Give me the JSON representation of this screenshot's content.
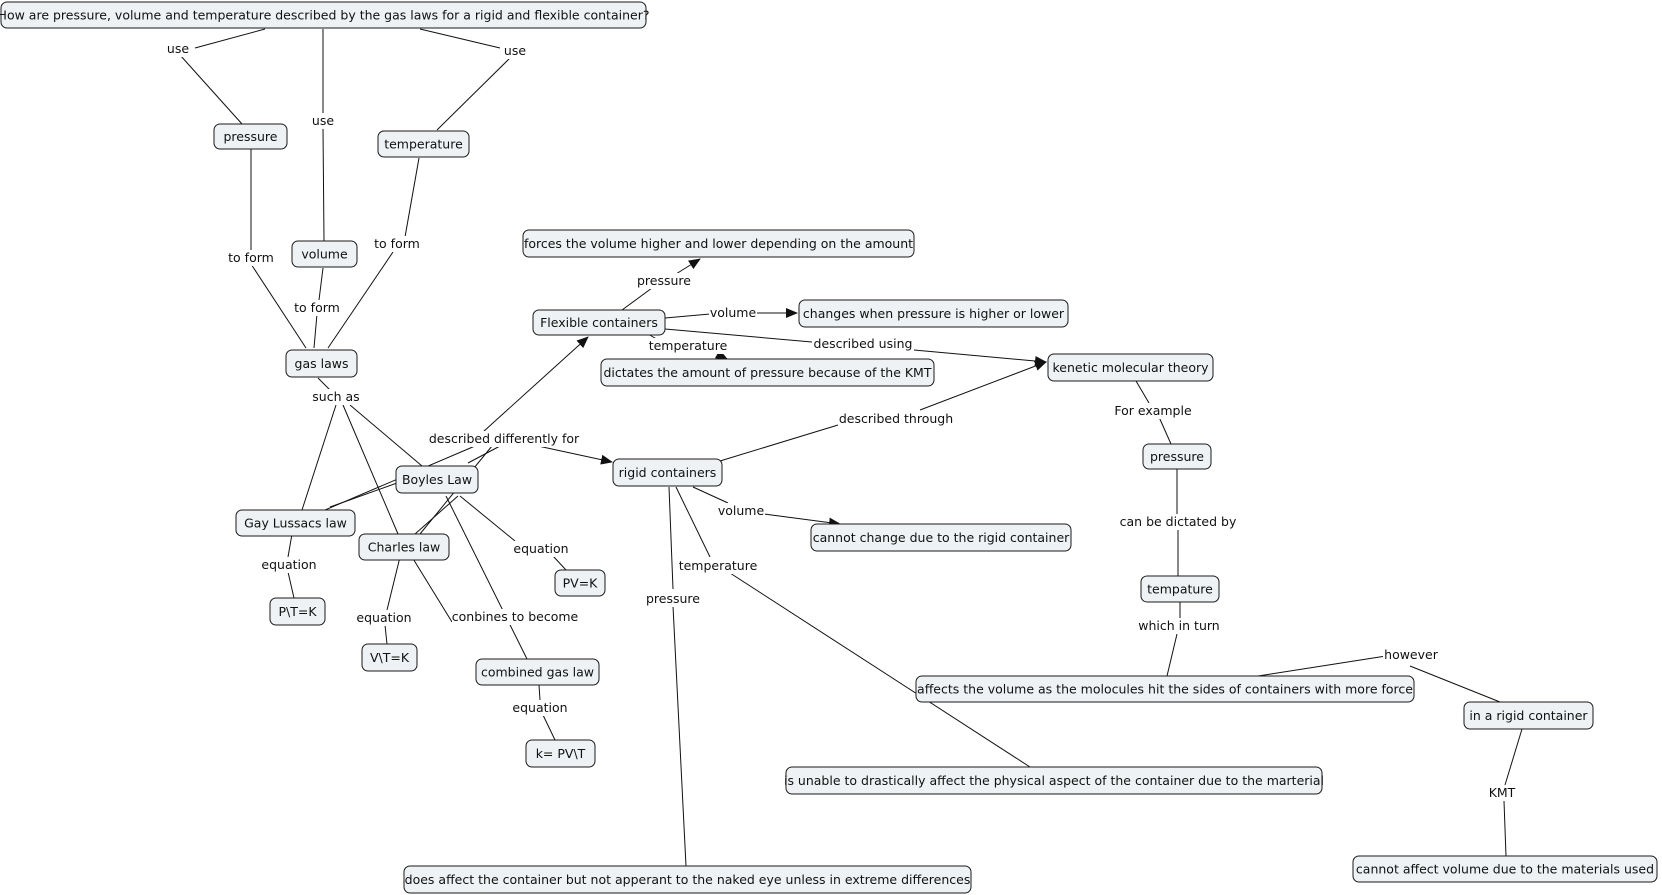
{
  "nodes": [
    {
      "id": "q",
      "text": "How are pressure, volume and temperature described by the gas laws for a rigid and flexible container?"
    },
    {
      "id": "pressure1",
      "text": "pressure"
    },
    {
      "id": "volume1",
      "text": "volume"
    },
    {
      "id": "temperature1",
      "text": "temperature"
    },
    {
      "id": "gaslaws",
      "text": "gas laws"
    },
    {
      "id": "boyles",
      "text": "Boyles Law"
    },
    {
      "id": "gaylussac",
      "text": "Gay Lussacs law"
    },
    {
      "id": "charles",
      "text": "Charles law"
    },
    {
      "id": "ptk",
      "text": "P\\T=K"
    },
    {
      "id": "vtk",
      "text": "V\\T=K"
    },
    {
      "id": "pvk",
      "text": "PV=K"
    },
    {
      "id": "combined",
      "text": "combined gas law"
    },
    {
      "id": "kpvt",
      "text": "k= PV\\T"
    },
    {
      "id": "flexible",
      "text": "Flexible containers"
    },
    {
      "id": "forces",
      "text": "forces the volume higher and lower depending on the amount"
    },
    {
      "id": "changes",
      "text": "changes when pressure is higher or lower"
    },
    {
      "id": "dictates",
      "text": "dictates the amount of pressure because of the KMT"
    },
    {
      "id": "kmt",
      "text": "kenetic molecular theory"
    },
    {
      "id": "rigid",
      "text": "rigid containers"
    },
    {
      "id": "cannotchange",
      "text": "cannot change due to the rigid container"
    },
    {
      "id": "pressure2",
      "text": "pressure"
    },
    {
      "id": "tempature",
      "text": "tempature"
    },
    {
      "id": "affects",
      "text": "affects the volume as the molocules hit the sides of containers with more force"
    },
    {
      "id": "inrigid",
      "text": "in a rigid container"
    },
    {
      "id": "cannotaffect",
      "text": "cannot affect volume due to the materials used"
    },
    {
      "id": "unable",
      "text": "is unable to drastically affect the physical aspect of the container due to the marterial"
    },
    {
      "id": "doesaffect",
      "text": "does affect the container but not apperant to the naked eye unless in extreme differences"
    }
  ],
  "labels": [
    {
      "id": "l_use1",
      "text": "use"
    },
    {
      "id": "l_use2",
      "text": "use"
    },
    {
      "id": "l_use3",
      "text": "use"
    },
    {
      "id": "l_toform1",
      "text": "to form"
    },
    {
      "id": "l_toform2",
      "text": "to form"
    },
    {
      "id": "l_toform3",
      "text": "to form"
    },
    {
      "id": "l_suchas",
      "text": "such as"
    },
    {
      "id": "l_descdiff",
      "text": "described differently for"
    },
    {
      "id": "l_eq_gay",
      "text": "equation"
    },
    {
      "id": "l_eq_charles",
      "text": "equation"
    },
    {
      "id": "l_eq_boyles",
      "text": "equation"
    },
    {
      "id": "l_eq_combined",
      "text": "equation"
    },
    {
      "id": "l_conbines",
      "text": "conbines to become"
    },
    {
      "id": "l_flex_pressure",
      "text": "pressure"
    },
    {
      "id": "l_flex_volume",
      "text": "volume"
    },
    {
      "id": "l_flex_temp",
      "text": "temperature"
    },
    {
      "id": "l_descusing",
      "text": "described using"
    },
    {
      "id": "l_descthrough",
      "text": "described through"
    },
    {
      "id": "l_forexample",
      "text": "For example"
    },
    {
      "id": "l_dictatedby",
      "text": "can be dictated by"
    },
    {
      "id": "l_whichinturn",
      "text": "which in turn"
    },
    {
      "id": "l_however",
      "text": "however"
    },
    {
      "id": "l_kmt",
      "text": "KMT"
    },
    {
      "id": "l_rigid_volume",
      "text": "volume"
    },
    {
      "id": "l_rigid_temp",
      "text": "temperature"
    },
    {
      "id": "l_rigid_pressure",
      "text": "pressure"
    }
  ]
}
